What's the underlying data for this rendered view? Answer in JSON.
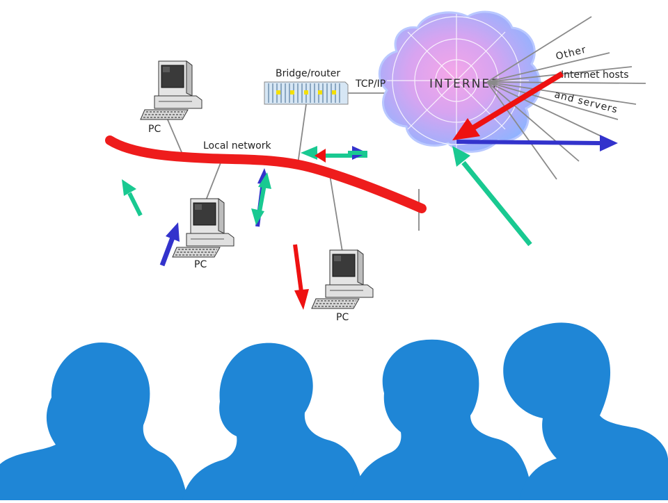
{
  "labels": {
    "pc": "PC",
    "bridge_router": "Bridge/router",
    "tcp_ip": "TCP/IP",
    "internet": "INTERNET",
    "local_network": "Local network",
    "other": "Other",
    "internet_hosts": "Internet hosts",
    "and_servers": "and servers"
  },
  "colors": {
    "local_network_cable": "#ee1c1c",
    "arrow_red": "#ee1111",
    "arrow_blue": "#3333cc",
    "arrow_green": "#19c991",
    "silhouette": "#1f86d6",
    "internet_cloud": "#8fb3ff",
    "internet_core": "#e8a6ee",
    "connector_line": "#888888"
  },
  "icons": {
    "pc": "desktop-computer-icon",
    "bridge_router": "network-switch-icon",
    "internet": "cloud-globe-icon",
    "audience": "person-silhouette-icon"
  }
}
